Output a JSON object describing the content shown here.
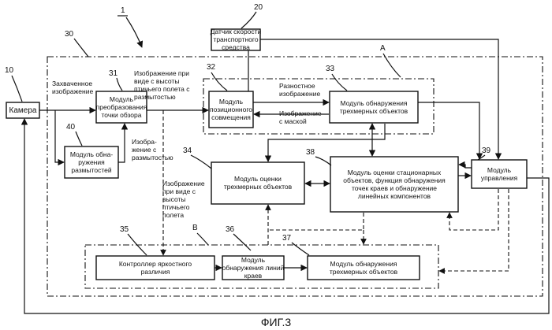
{
  "refs": {
    "r1": "1",
    "r10": "10",
    "r20": "20",
    "r30": "30",
    "r31": "31",
    "r32": "32",
    "r33": "33",
    "r34": "34",
    "r35": "35",
    "r36": "36",
    "r37": "37",
    "r38": "38",
    "r39": "39",
    "r40": "40",
    "rA": "A",
    "rB": "B"
  },
  "blocks": {
    "camera": [
      "Камера"
    ],
    "speed_sensor": [
      "Датчик скорости",
      "транспортного",
      "средства"
    ],
    "viewpoint": [
      "Модуль",
      "преобразования",
      "точки обзора"
    ],
    "blur": [
      "Модуль обна-",
      "ружения",
      "размытостей"
    ],
    "alignment": [
      "Модуль",
      "позиционного",
      "совмещения"
    ],
    "detect3d_a": [
      "Модуль обнаружения",
      "трехмерных объектов"
    ],
    "eval3d": [
      "Модуль оценки",
      "трехмерных объектов"
    ],
    "stationary": [
      "Модуль оценки стационарных",
      "объектов, функция обнаружения",
      "точек краев и обнаружение",
      "линейных компонентов"
    ],
    "control": [
      "Модуль",
      "управления"
    ],
    "brightness": [
      "Контроллер яркостного",
      "различия"
    ],
    "edge": [
      "Модуль",
      "обнаружения линий",
      "краев"
    ],
    "detect3d_b": [
      "Модуль обнаружения",
      "трехмерных объектов"
    ]
  },
  "labels": {
    "captured": [
      "Захваченное",
      "изображение"
    ],
    "birdseye_blur": [
      "Изображение при",
      "виде с высоты",
      "птичьего полета с",
      "размытостью"
    ],
    "difference": [
      "Разностное",
      "изображение"
    ],
    "masked": [
      "Изображение",
      "с маской"
    ],
    "blurred": [
      "Изобра-",
      "жение с",
      "размытостью"
    ],
    "birdseye": [
      "Изображение",
      "при виде с",
      "высоты",
      "птичьего",
      "полета"
    ]
  },
  "caption": "ФИГ.3"
}
